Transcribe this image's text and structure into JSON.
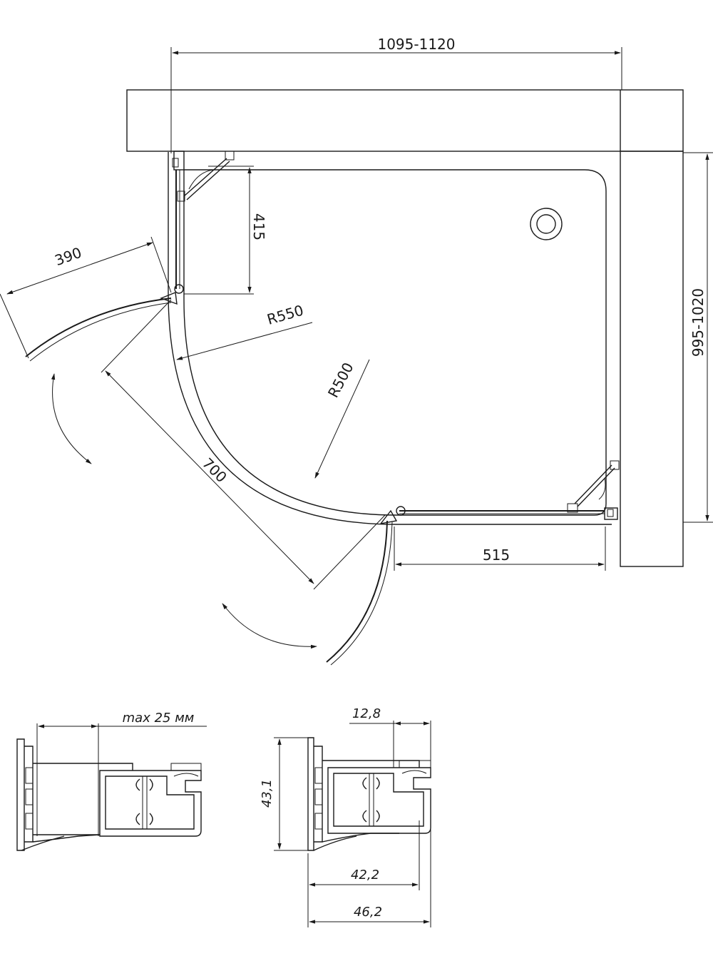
{
  "plan": {
    "total_width": "1095-1120",
    "total_depth": "995-1020",
    "door_width": "390",
    "fixed_height": "415",
    "outer_radius": "R550",
    "inner_radius": "R500",
    "diagonal": "700",
    "bottom_width": "515"
  },
  "profile_left": {
    "max_adjust": "max 25 мм"
  },
  "profile_right": {
    "depth": "12,8",
    "height": "43,1",
    "inner_width": "42,2",
    "outer_width": "46,2"
  },
  "colors": {
    "line": "#1a1a1a",
    "background": "#ffffff"
  }
}
